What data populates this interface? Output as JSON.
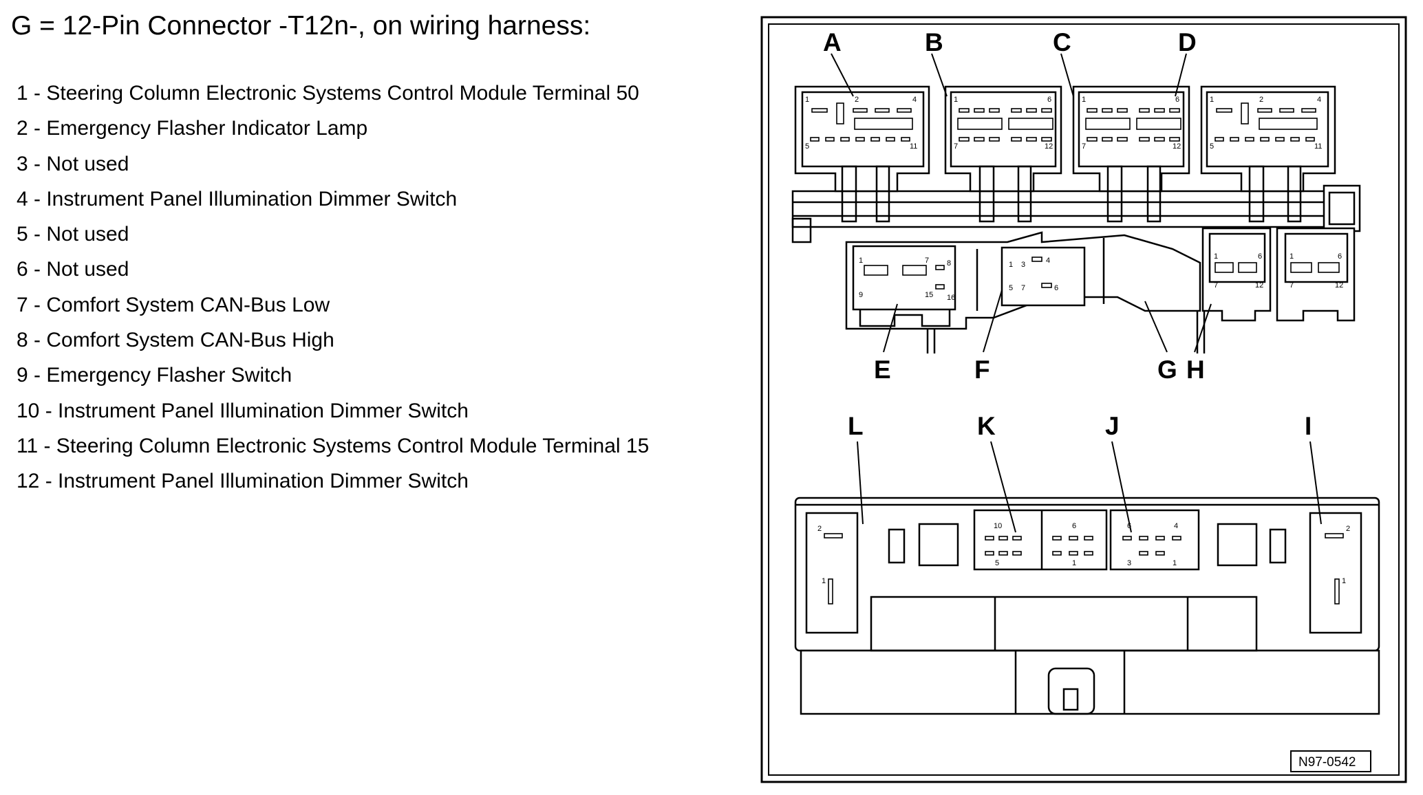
{
  "title": "G = 12-Pin Connector -T12n-, on wiring harness:",
  "pins": [
    "1 - Steering Column Electronic Systems Control Module Terminal 50",
    "2 - Emergency Flasher Indicator Lamp",
    "3 - Not used",
    "4 - Instrument Panel Illumination Dimmer Switch",
    "5 - Not used",
    "6 - Not used",
    "7 - Comfort System CAN-Bus Low",
    "8 - Comfort System CAN-Bus High",
    "9 - Emergency Flasher Switch",
    "10 - Instrument Panel Illumination Dimmer Switch",
    "11 - Steering Column Electronic Systems Control Module Terminal 15",
    "12 - Instrument Panel Illumination Dimmer Switch"
  ],
  "diagram": {
    "top_labels": [
      "A",
      "B",
      "C",
      "D"
    ],
    "bottom_labels": [
      "E",
      "F",
      "G",
      "H"
    ],
    "lower_labels": [
      "L",
      "K",
      "J",
      "I"
    ],
    "reference": "N97-0542",
    "pins_A": [
      "1",
      "2",
      "4",
      "5",
      "11"
    ],
    "pins_B": [
      "1",
      "6",
      "7",
      "12"
    ],
    "pins_C": [
      "1",
      "6",
      "7",
      "12"
    ],
    "pins_D": [
      "1",
      "2",
      "4",
      "5",
      "11"
    ],
    "pins_E": [
      "1",
      "7",
      "8",
      "9",
      "15",
      "16"
    ],
    "pins_F": [
      "1",
      "3",
      "4",
      "5",
      "7",
      "6"
    ],
    "pins_G": [
      "1",
      "6",
      "7",
      "12"
    ],
    "pins_H": [
      "1",
      "6",
      "7",
      "12"
    ],
    "pins_L": [
      "2",
      "1"
    ],
    "pins_K": [
      "10",
      "5",
      "6",
      "1"
    ],
    "pins_J": [
      "6",
      "4",
      "3",
      "1"
    ],
    "pins_I": [
      "2",
      "1"
    ]
  }
}
